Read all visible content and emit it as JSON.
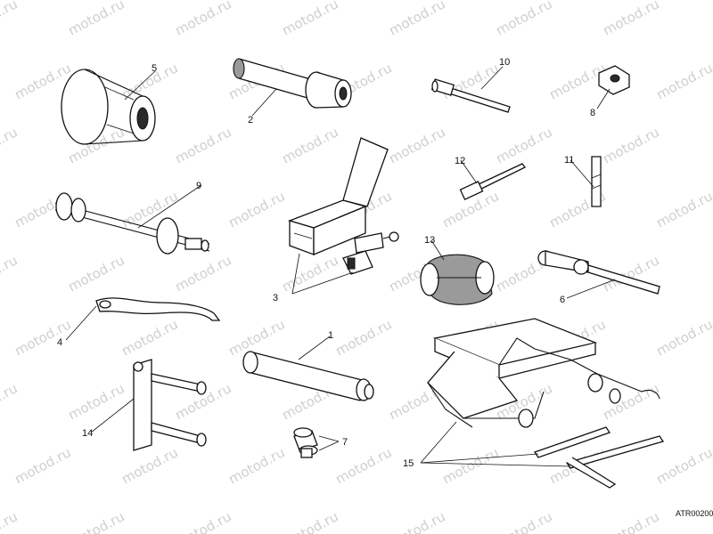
{
  "watermark": {
    "text": "motod.ru"
  },
  "drawing_code": "ATR00200",
  "callouts": {
    "c1": "1",
    "c2": "2",
    "c3": "3",
    "c4": "4",
    "c5": "5",
    "c6": "6",
    "c7": "7",
    "c8": "8",
    "c9": "9",
    "c10": "10",
    "c11": "11",
    "c12": "12",
    "c13": "13",
    "c14": "14",
    "c15": "15"
  }
}
